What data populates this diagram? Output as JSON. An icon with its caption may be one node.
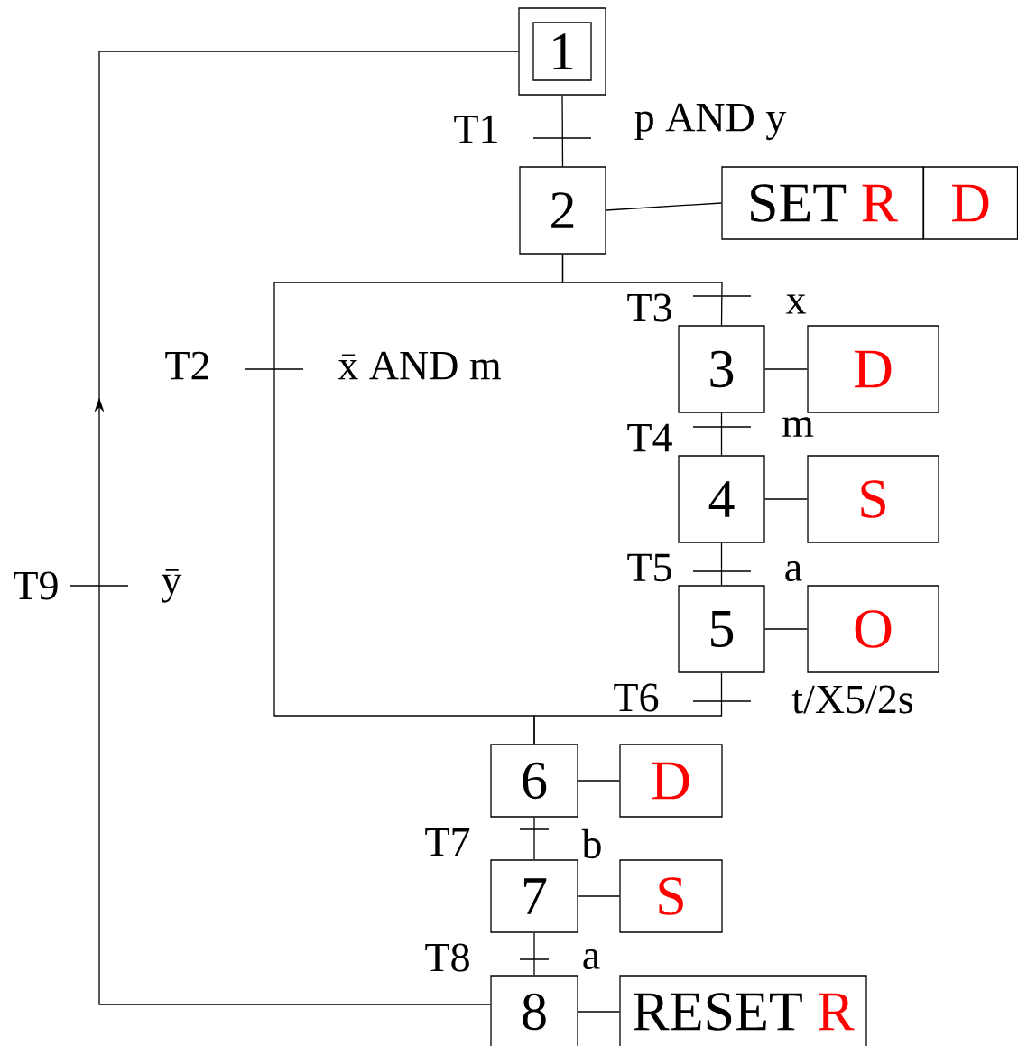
{
  "diagram": {
    "nodes": [
      {
        "text": [
          "1"
        ]
      },
      {
        "text": [
          "2"
        ]
      },
      {
        "text": [
          "SET",
          "R"
        ]
      },
      {
        "text": [
          "D"
        ]
      },
      {
        "text": [
          "3"
        ]
      },
      {
        "text": [
          "D"
        ]
      },
      {
        "text": [
          "4"
        ]
      },
      {
        "text": [
          "S"
        ]
      },
      {
        "text": [
          "5"
        ]
      },
      {
        "text": [
          "O"
        ]
      },
      {
        "text": [
          "6"
        ]
      },
      {
        "text": [
          "D"
        ]
      },
      {
        "text": [
          "7"
        ]
      },
      {
        "text": [
          "S"
        ]
      },
      {
        "text": [
          "8"
        ]
      },
      {
        "text": [
          "RESET",
          "R"
        ]
      }
    ],
    "edges": [
      {
        "from": 0,
        "to": 1,
        "arrow": "none",
        "label": "p AND y"
      },
      {
        "from": 1,
        "to": 2,
        "arrow": "none"
      },
      {
        "from": 1,
        "to": 4,
        "arrow": "none",
        "label": "x"
      },
      {
        "from": 1,
        "to": 10,
        "arrow": "none",
        "label": "x̄ AND m"
      },
      {
        "from": 4,
        "to": 5,
        "arrow": "none"
      },
      {
        "from": 4,
        "to": 6,
        "arrow": "none",
        "label": "m"
      },
      {
        "from": 6,
        "to": 7,
        "arrow": "none"
      },
      {
        "from": 6,
        "to": 8,
        "arrow": "none",
        "label": "a"
      },
      {
        "from": 8,
        "to": 9,
        "arrow": "none"
      },
      {
        "from": 8,
        "to": 10,
        "arrow": "none",
        "label": "t/X5/2s"
      },
      {
        "from": 10,
        "to": 11,
        "arrow": "none"
      },
      {
        "from": 10,
        "to": 12,
        "arrow": "none",
        "label": "b"
      },
      {
        "from": 12,
        "to": 13,
        "arrow": "none"
      },
      {
        "from": 12,
        "to": 14,
        "arrow": "none",
        "label": "a"
      },
      {
        "from": 14,
        "to": 15,
        "arrow": "none"
      },
      {
        "from": 14,
        "to": 0,
        "arrow": "to",
        "label": "ȳ"
      }
    ],
    "labels": [
      "T1",
      "T2",
      "T3",
      "T4",
      "T5",
      "T6",
      "T7",
      "T8",
      "T9"
    ]
  }
}
